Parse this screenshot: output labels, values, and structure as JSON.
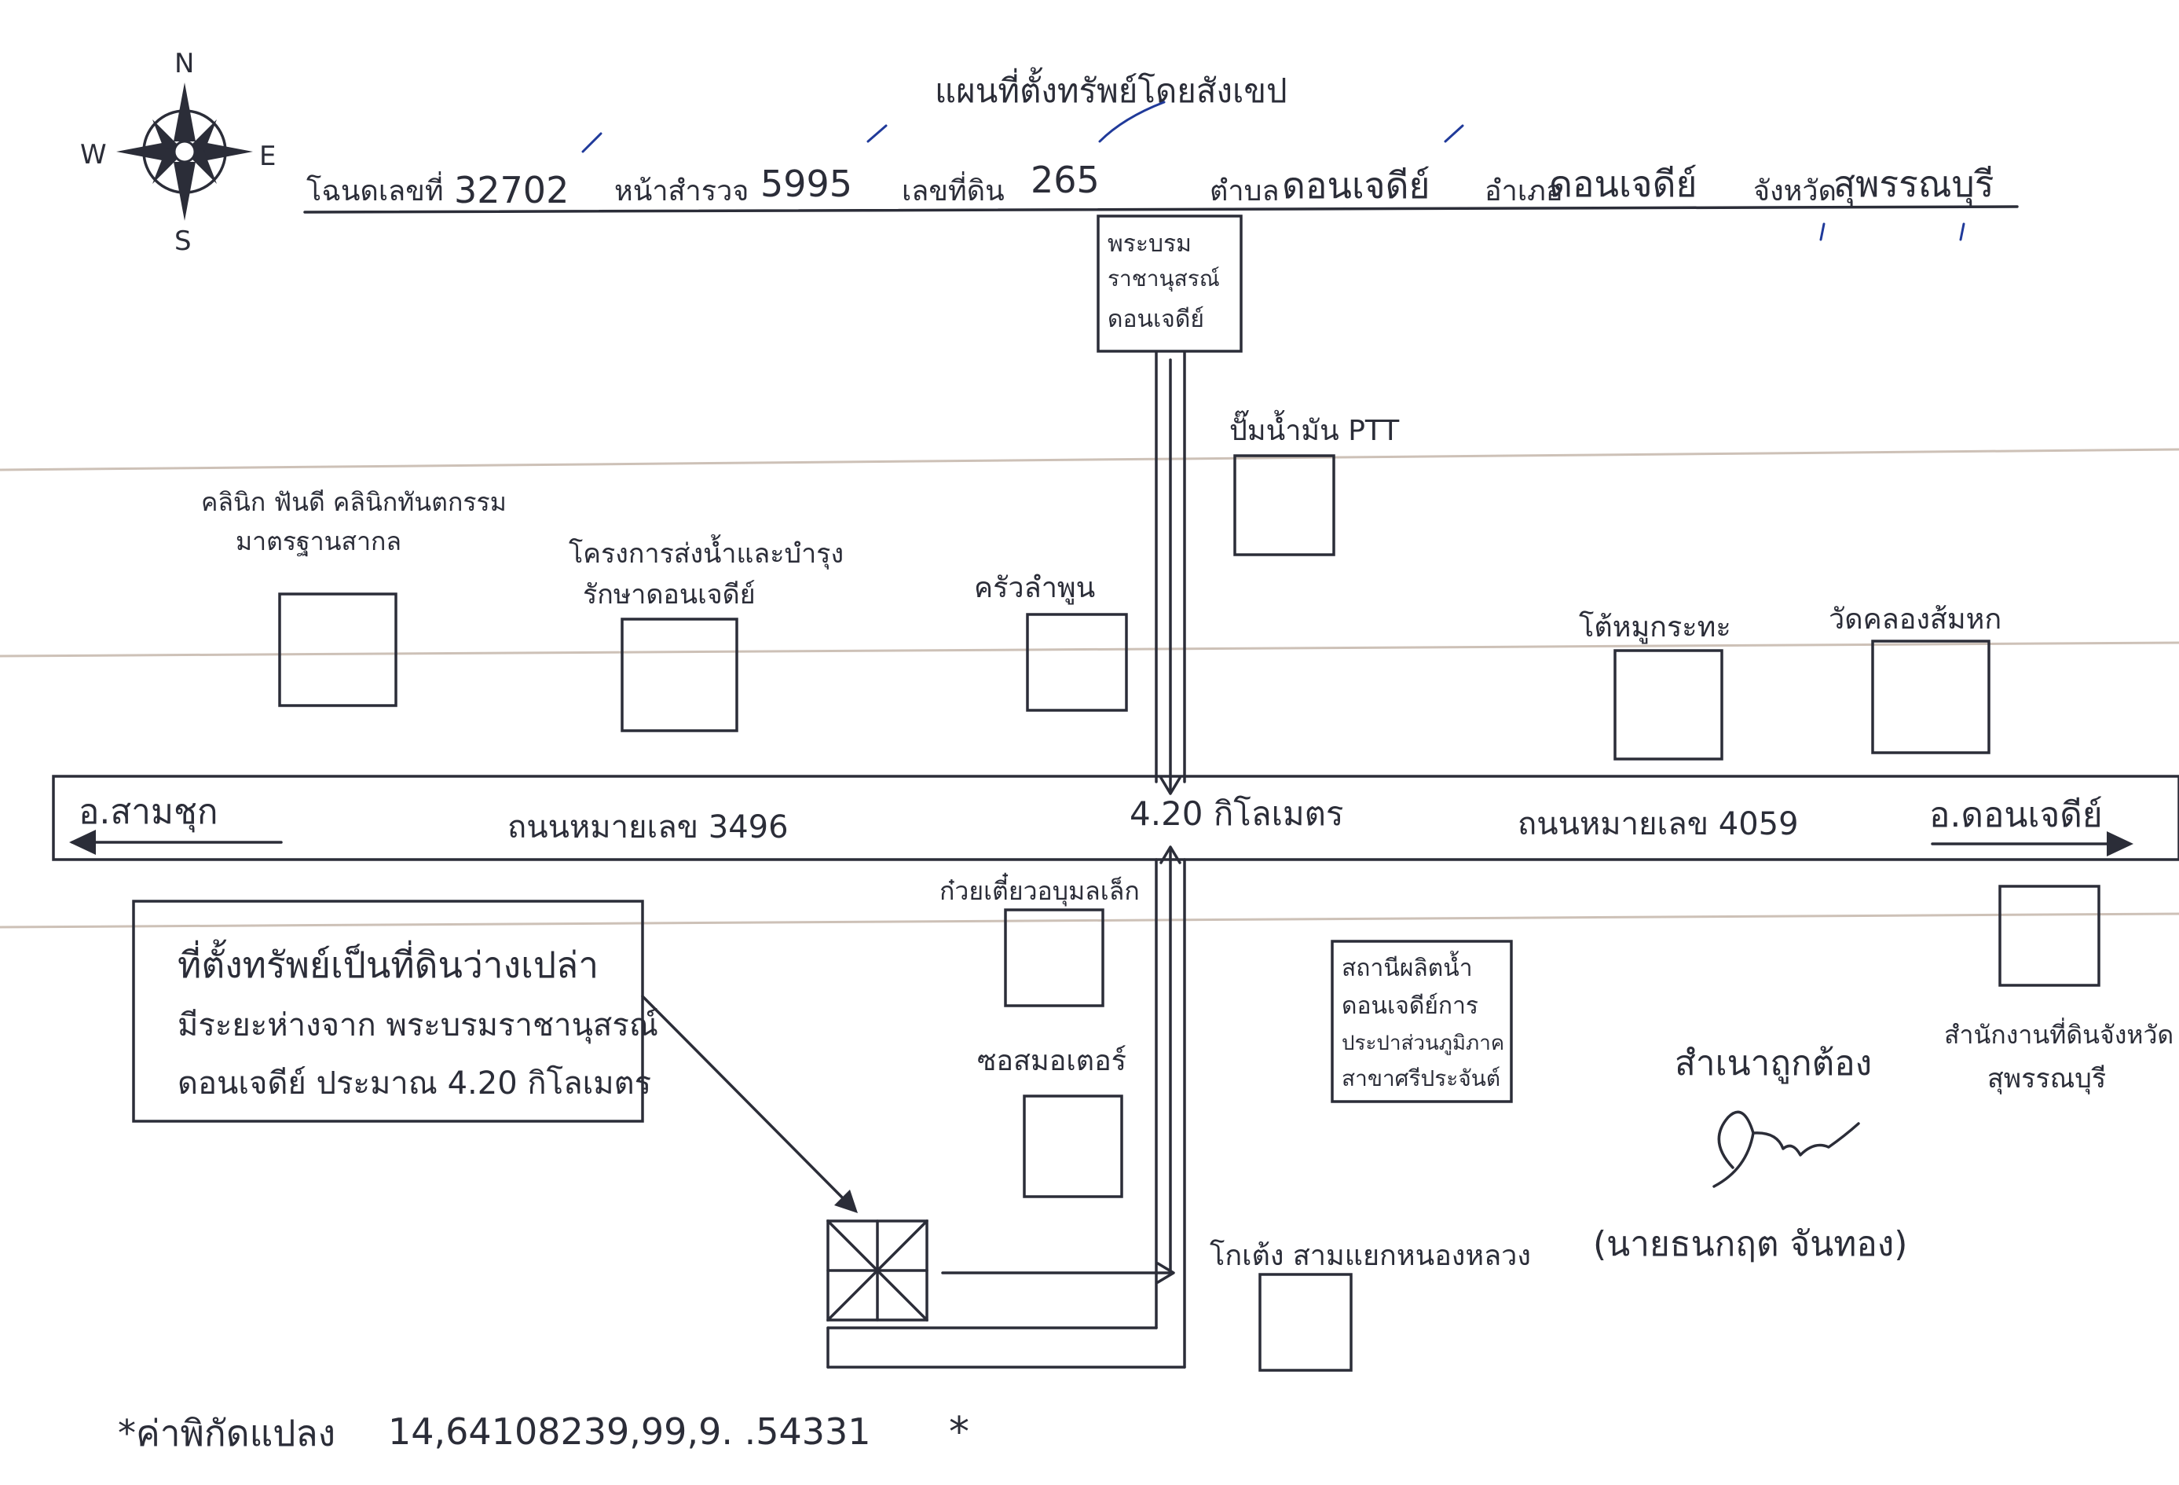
{
  "title": "แผนที่ตั้งทรัพย์โดยสังเขป",
  "compass": {
    "north": "N",
    "south": "S",
    "east": "E",
    "west": "W"
  },
  "deed": {
    "deed_label": "โฉนดเลขที่",
    "deed_no": "32702",
    "survey_label": "หน้าสำรวจ",
    "survey_no": "5995",
    "land_label": "เลขที่ดิน",
    "land_no": "265",
    "subdistrict_label": "ตำบล",
    "subdistrict": "ดอนเจดีย์",
    "district_label": "อำเภอ",
    "district": "ดอนเจดีย์",
    "province_label": "จังหวัด",
    "province": "สุพรรณบุรี"
  },
  "landmarks": {
    "monument": [
      "พระบรม",
      "ราชานุสรณ์",
      "ดอนเจดีย์"
    ],
    "ptt": "ปั๊มน้ำมัน PTT",
    "clinic": [
      "คลินิก ฟันดี คลินิกทันตกรรม",
      "มาตรฐานสากล"
    ],
    "water_project": [
      "โครงการส่งน้ำและบำรุง",
      "รักษาดอนเจดีย์"
    ],
    "kitchen": "ครัวลำพูน",
    "pork_shop": "โต้หมูกระทะ",
    "temple": "วัดคลองส้มหก",
    "noodle": "ก๋วยเตี๋ยวอบุมลเล็ก",
    "motor": "ซอสมอเตอร์",
    "water_works": [
      "สถานีผลิตน้ำ",
      "ดอนเจดีย์การ",
      "ประปาส่วนภูมิภาค",
      "สาขาศรีประจันต์"
    ],
    "noodle_corner": "โกเต้ง สามแยกหนองหลวง",
    "land_office": [
      "สำนักงานที่ดินจังหวัด",
      "สุพรรณบุรี"
    ]
  },
  "road": {
    "left_dest": "อ.สามชุก",
    "left_road": "ถนนหมายเลข 3496",
    "distance": "4.20 กิโลเมตร",
    "right_road": "ถนนหมายเลข 4059",
    "right_dest": "อ.ดอนเจดีย์"
  },
  "note": [
    "ที่ตั้งทรัพย์เป็นที่ดินว่างเปล่า",
    "มีระยะห่างจาก พระบรมราชานุสรณ์",
    "ดอนเจดีย์ ประมาณ 4.20 กิโลเมตร"
  ],
  "signature": {
    "certify": "สำเนาถูกต้อง",
    "name": "(นายธนกฤต จันทอง)"
  },
  "coords": {
    "label": "*ค่าพิกัดแปลง",
    "value": "14,64108239,99,9. .54331",
    "end_mark": "*"
  }
}
